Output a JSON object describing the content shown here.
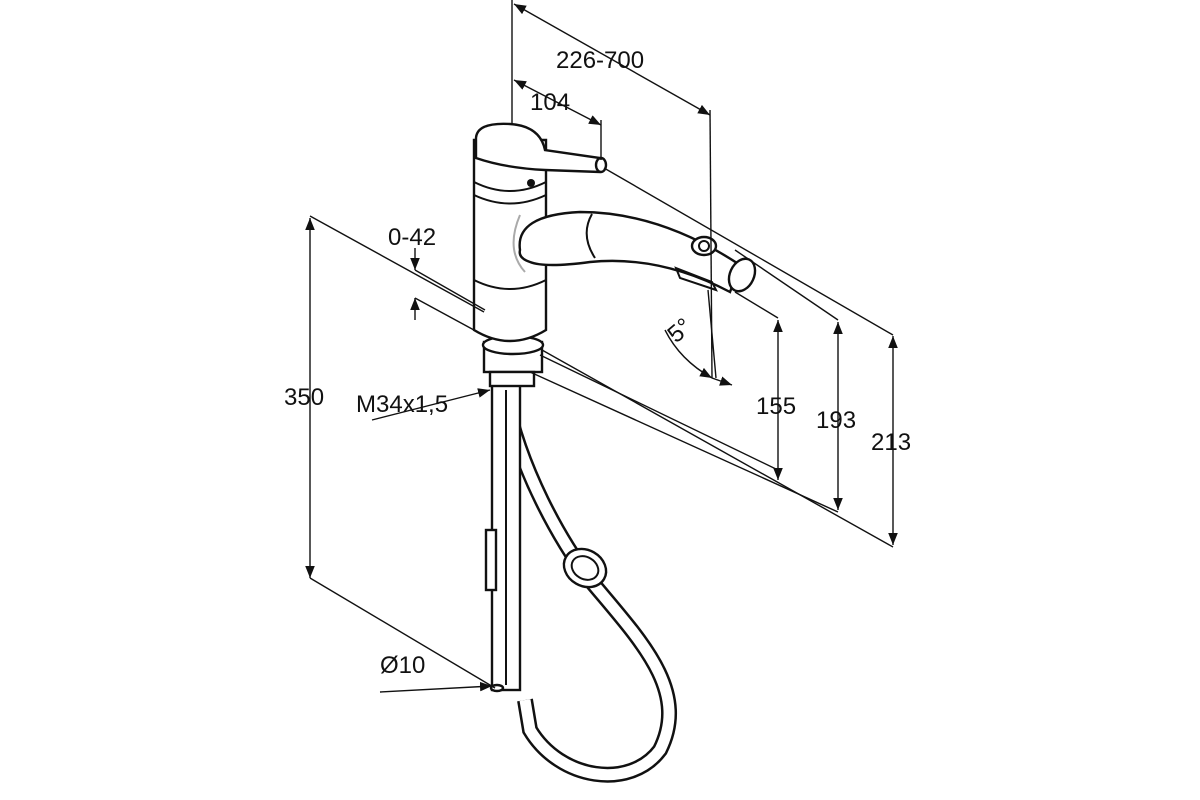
{
  "title": "Kitchen faucet with pull-out spout - dimension drawing",
  "dimensions": {
    "reach": "226-700",
    "lever_offset": "104",
    "worktop_thickness": "0-42",
    "total_length": "350",
    "thread": "M34x1,5",
    "tilt_angle": "5°",
    "spout_height": "155",
    "spout_top_height": "193",
    "lever_height": "213",
    "hose_diameter": "Ø10"
  },
  "colors": {
    "line": "#111111",
    "background": "#ffffff"
  }
}
